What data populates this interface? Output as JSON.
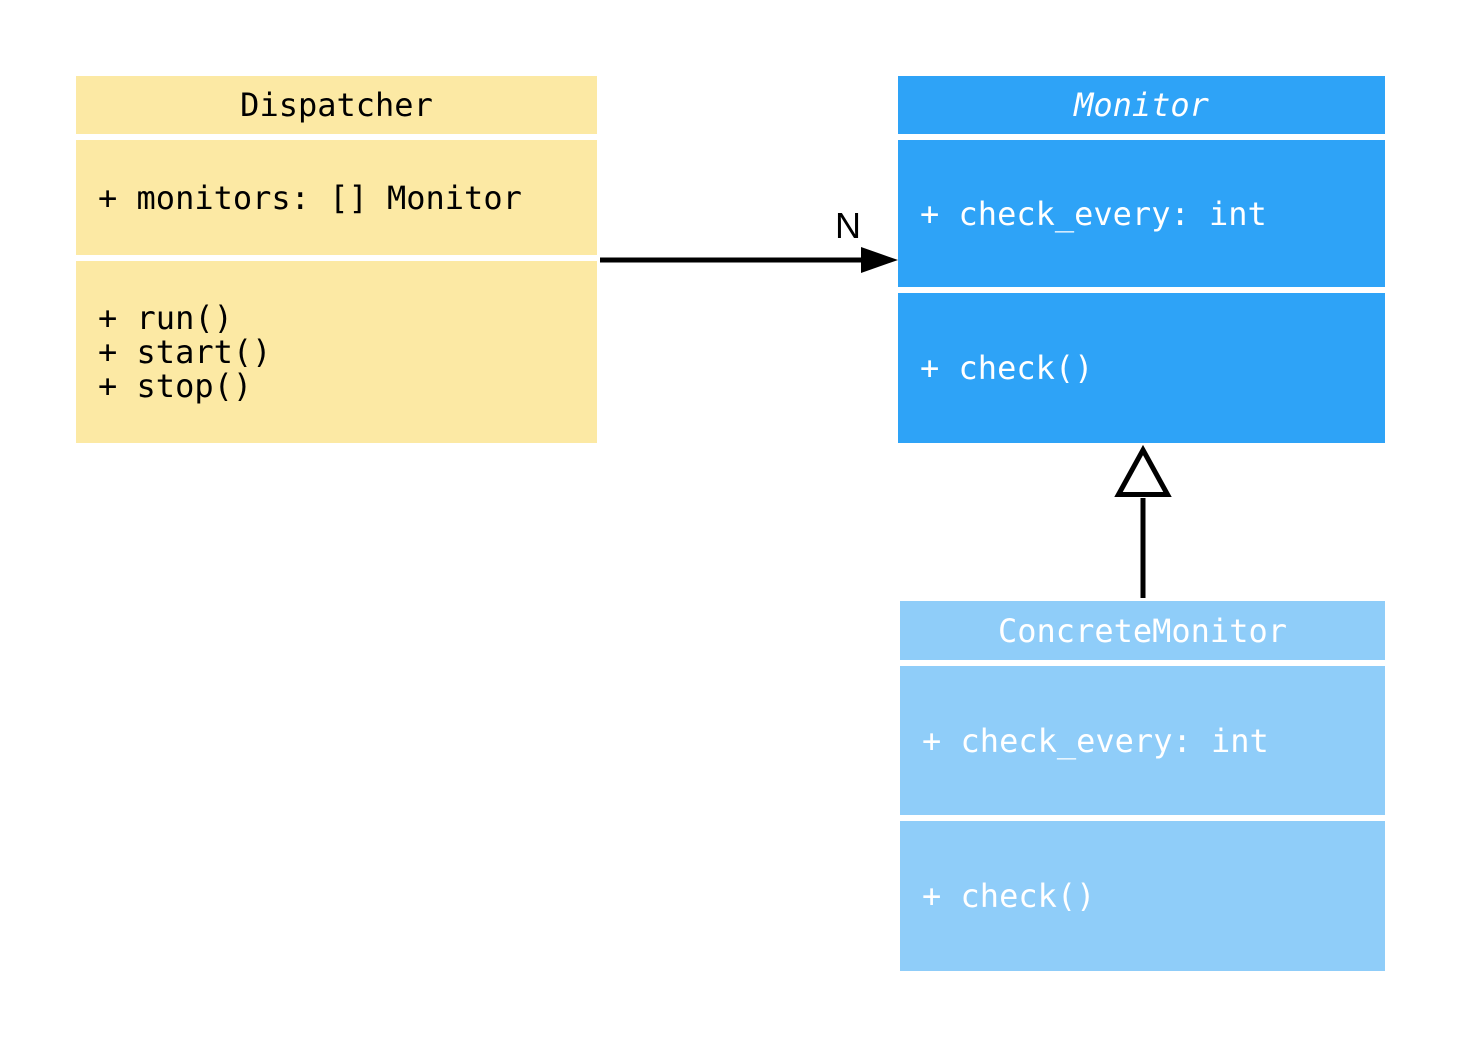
{
  "diagram": {
    "type": "uml-class-diagram",
    "background_color": "#FFFFFF",
    "line_color": "#000000",
    "classes": [
      {
        "id": "dispatcher",
        "name": "Dispatcher",
        "abstract": false,
        "fill_color": "#FCE9A4",
        "text_color": "#000000",
        "attributes": [
          "+ monitors: [] Monitor"
        ],
        "methods": [
          "+ run()",
          "+ start()",
          "+ stop()"
        ]
      },
      {
        "id": "monitor",
        "name": "Monitor",
        "abstract": true,
        "fill_color": "#2EA3F7",
        "text_color": "#FFFFFF",
        "attributes": [
          "+ check_every: int"
        ],
        "methods": [
          "+ check()"
        ]
      },
      {
        "id": "concrete-monitor",
        "name": "ConcreteMonitor",
        "abstract": false,
        "fill_color": "#8FCDF9",
        "text_color": "#FFFFFF",
        "attributes": [
          "+ check_every: int"
        ],
        "methods": [
          "+ check()"
        ]
      }
    ],
    "relations": [
      {
        "type": "association",
        "from": "Dispatcher",
        "to": "Monitor",
        "label": "N"
      },
      {
        "type": "inheritance",
        "from": "ConcreteMonitor",
        "to": "Monitor",
        "label": ""
      }
    ]
  }
}
